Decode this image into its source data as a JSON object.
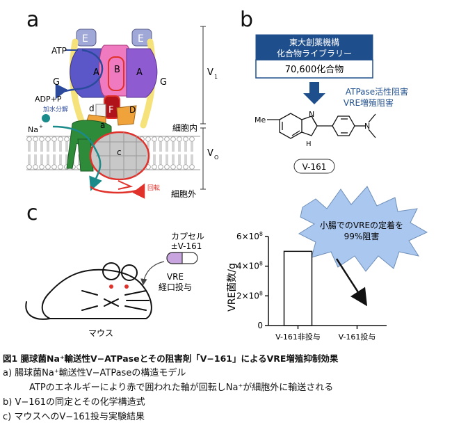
{
  "panels": {
    "a": {
      "letter": "a",
      "labels": {
        "E_left": "E",
        "E_right": "E",
        "ATP": "ATP",
        "A_left": "A",
        "B": "B",
        "A_right": "A",
        "G_left": "G",
        "G_right": "G",
        "ADP_P": "ADP+P",
        "hydrolysis": "加水分解",
        "d": "d",
        "F": "F",
        "D": "D",
        "Na": "Na",
        "Na_sup": "+",
        "a": "a",
        "c": "c",
        "inside": "細胞内",
        "outside": "細胞外",
        "rotation": "回転",
        "V1": "V",
        "V1_sub": "1",
        "Vo": "V",
        "Vo_sub": "O"
      }
    },
    "b": {
      "letter": "b",
      "library_title_line1": "東大創薬機構",
      "library_title_line2": "化合物ライブラリー",
      "library_count": "70,600化合物",
      "screen_line1": "ATPase活性阻害",
      "screen_line2": "VRE増殖阻害",
      "methyl": "Me",
      "n1": "N",
      "n2": "N",
      "nh": "H",
      "compound": "V-161"
    },
    "c": {
      "letter": "c",
      "capsule_line1": "カプセル",
      "capsule_line2": "±V-161",
      "vre_line1": "VRE",
      "vre_line2": "経口投与",
      "mouse": "マウス",
      "callout_line1": "小腸でのVREの定着を",
      "callout_line2": "99%阻害"
    }
  },
  "chart_data": {
    "type": "bar",
    "categories": [
      "V-161非投与",
      "V-161投与"
    ],
    "values": [
      500000000,
      0
    ],
    "ylabel": "VRE菌数/g",
    "ylim": [
      0,
      600000000
    ],
    "yticks": [
      {
        "base": "0",
        "exp": ""
      },
      {
        "base": "2×10",
        "exp": "8"
      },
      {
        "base": "4×10",
        "exp": "8"
      },
      {
        "base": "6×10",
        "exp": "8"
      }
    ]
  },
  "caption": {
    "title": "図1 腸球菌Na⁺輸送性V−ATPaseとその阻害剤「V−161」によるVRE増殖抑制効果",
    "line_a": "a) 腸球菌Na⁺輸送性V−ATPaseの構造モデル",
    "line_a2": "ATPのエネルギーにより赤で囲われた軸が回転しNa⁺が細胞外に輸送される",
    "line_b": "b) V−161の同定とその化学構造式",
    "line_c": "c) マウスへのV−161投与実験結果"
  },
  "colors": {
    "navy": "#1f4e8c",
    "arrow_blue": "#2b4a9c",
    "red": "#e0312b",
    "teal": "#1b8a8a",
    "green": "#2e8b3a",
    "purple": "#8e5bd0",
    "pink": "#f07ac0",
    "burst": "#a9c7ef"
  }
}
